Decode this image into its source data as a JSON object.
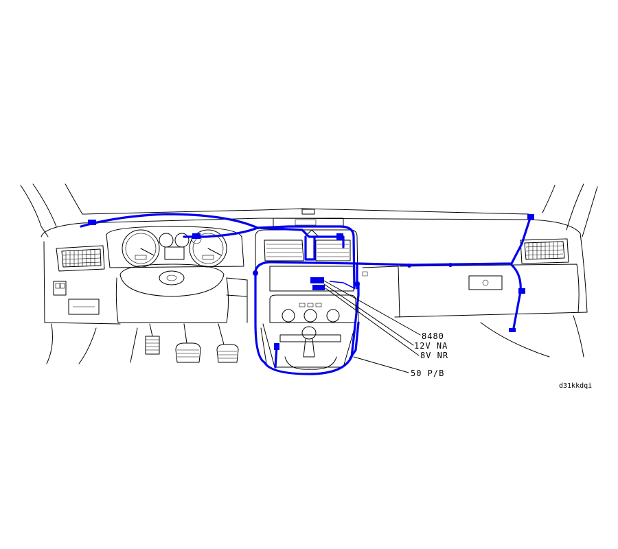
{
  "colors": {
    "background": "#ffffff",
    "line_art": "#000000",
    "harness": "#0000ee"
  },
  "callouts": [
    {
      "id": "c1",
      "text": "8480"
    },
    {
      "id": "c2",
      "text": "12V  NA"
    },
    {
      "id": "c3",
      "text": "8V  NR"
    },
    {
      "id": "c4",
      "text": "50  P/B"
    }
  ],
  "reference_code": "d31kkdqi"
}
